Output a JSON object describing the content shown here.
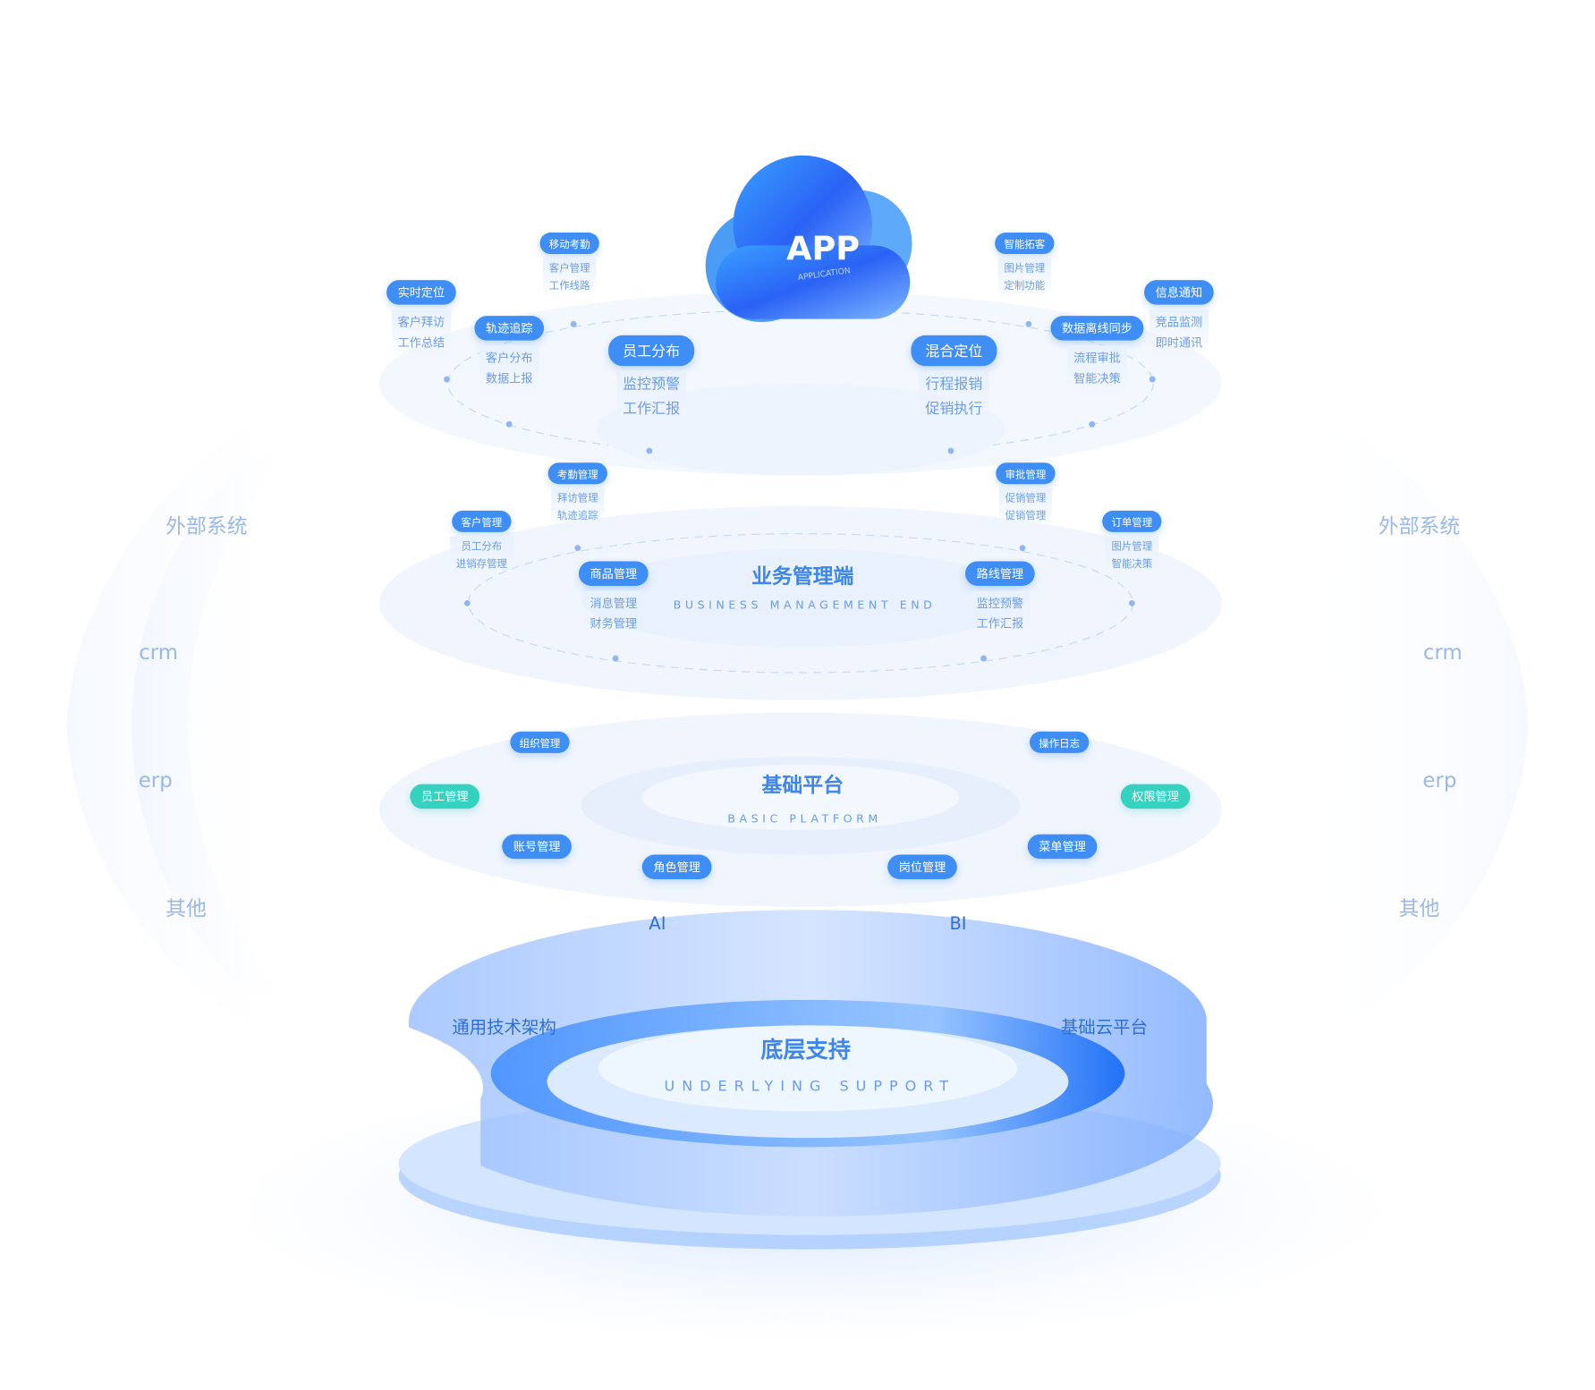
{
  "colors": {
    "accent": "#3f8ef5",
    "teal": "#34d2bf",
    "sub_text": "#6c9de6",
    "title": "#3f86e8"
  },
  "app": {
    "title": "APP",
    "subtitle": "APPLICATION"
  },
  "app_layer": {
    "groups": [
      {
        "label": "移动考勤",
        "items": [
          "客户管理",
          "工作线路"
        ]
      },
      {
        "label": "实时定位",
        "items": [
          "客户拜访",
          "工作总结"
        ]
      },
      {
        "label": "轨迹追踪",
        "items": [
          "客户分布",
          "数据上报"
        ]
      },
      {
        "label": "员工分布",
        "items": [
          "监控预警",
          "工作汇报"
        ]
      },
      {
        "label": "混合定位",
        "items": [
          "行程报销",
          "促销执行"
        ]
      },
      {
        "label": "数据离线同步",
        "items": [
          "流程审批",
          "智能决策"
        ]
      },
      {
        "label": "智能拓客",
        "items": [
          "图片管理",
          "定制功能"
        ]
      },
      {
        "label": "信息通知",
        "items": [
          "竞品监测",
          "即时通讯"
        ]
      }
    ]
  },
  "business_layer": {
    "title": "业务管理端",
    "subtitle": "BUSINESS MANAGEMENT END",
    "groups": [
      {
        "label": "考勤管理",
        "items": [
          "拜访管理",
          "轨迹追踪"
        ]
      },
      {
        "label": "客户管理",
        "items": [
          "员工分布",
          "进销存管理"
        ]
      },
      {
        "label": "商品管理",
        "items": [
          "消息管理",
          "财务管理"
        ]
      },
      {
        "label": "路线管理",
        "items": [
          "监控预警",
          "工作汇报"
        ]
      },
      {
        "label": "审批管理",
        "items": [
          "促销管理",
          "促销管理"
        ]
      },
      {
        "label": "订单管理",
        "items": [
          "图片管理",
          "智能决策"
        ]
      }
    ]
  },
  "basic_layer": {
    "title": "基础平台",
    "subtitle": "BASIC PLATFORM",
    "items": [
      {
        "label": "组织管理"
      },
      {
        "label": "操作日志"
      },
      {
        "label": "员工管理"
      },
      {
        "label": "权限管理"
      },
      {
        "label": "账号管理"
      },
      {
        "label": "菜单管理"
      },
      {
        "label": "角色管理"
      },
      {
        "label": "岗位管理"
      }
    ]
  },
  "underlying_layer": {
    "title": "底层支持",
    "subtitle": "UNDERLYING SUPPORT",
    "labels": [
      "AI",
      "BI",
      "通用技术架构",
      "基础云平台"
    ]
  },
  "external_left": {
    "title": "外部系统",
    "items": [
      "crm",
      "erp",
      "其他"
    ]
  },
  "external_right": {
    "title": "外部系统",
    "items": [
      "crm",
      "erp",
      "其他"
    ]
  }
}
